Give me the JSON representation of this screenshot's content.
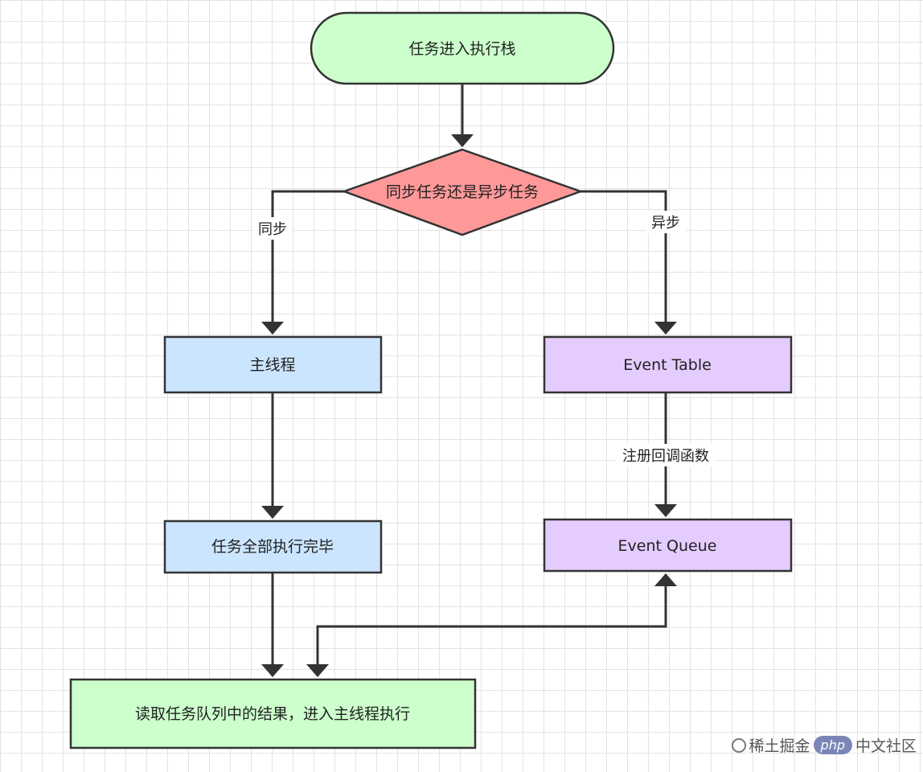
{
  "nodes": {
    "start": {
      "label": "任务进入执行栈",
      "fill": "#ccffcc"
    },
    "decision": {
      "label": "同步任务还是异步任务",
      "fill": "#ff9999"
    },
    "main_thread": {
      "label": "主线程",
      "fill": "#cce5ff"
    },
    "all_done": {
      "label": "任务全部执行完毕",
      "fill": "#cce5ff"
    },
    "event_table": {
      "label": "Event Table",
      "fill": "#e5ccff"
    },
    "event_queue": {
      "label": "Event Queue",
      "fill": "#e5ccff"
    },
    "read_queue": {
      "label": "读取任务队列中的结果，进入主线程执行",
      "fill": "#ccffcc"
    }
  },
  "edges": {
    "sync_label": "同步",
    "async_label": "异步",
    "register_label": "注册回调函数"
  },
  "watermark": {
    "text_left": "稀土掘金",
    "badge": "php",
    "text_right": "中文社区"
  },
  "colors": {
    "stroke": "#333333",
    "grid": "#e3e3e3"
  }
}
